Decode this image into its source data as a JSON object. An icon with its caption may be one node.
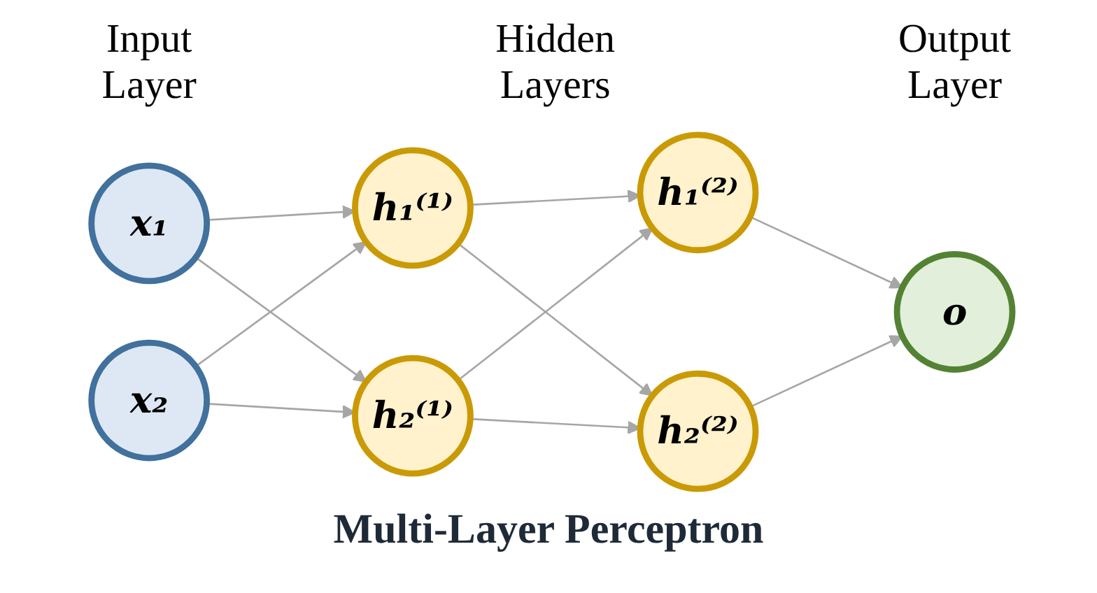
{
  "diagram": {
    "caption": "Multi-Layer Perceptron",
    "nodes": [
      {
        "text": [
          "x₁"
        ]
      },
      {
        "text": [
          "x₂"
        ]
      },
      {
        "text": [
          "h₁⁽¹⁾"
        ]
      },
      {
        "text": [
          "h₂⁽¹⁾"
        ]
      },
      {
        "text": [
          "h₁⁽²⁾"
        ]
      },
      {
        "text": [
          "h₂⁽²⁾"
        ]
      },
      {
        "text": [
          "o"
        ]
      }
    ],
    "edges": [
      {
        "from": 0,
        "to": 2,
        "arrow": "to"
      },
      {
        "from": 0,
        "to": 3,
        "arrow": "to"
      },
      {
        "from": 1,
        "to": 2,
        "arrow": "to"
      },
      {
        "from": 1,
        "to": 3,
        "arrow": "to"
      },
      {
        "from": 2,
        "to": 4,
        "arrow": "to"
      },
      {
        "from": 2,
        "to": 5,
        "arrow": "to"
      },
      {
        "from": 3,
        "to": 4,
        "arrow": "to"
      },
      {
        "from": 3,
        "to": 5,
        "arrow": "to"
      },
      {
        "from": 4,
        "to": 6,
        "arrow": "to"
      },
      {
        "from": 5,
        "to": 6,
        "arrow": "to"
      }
    ],
    "labels": [
      "Input Layer",
      "Hidden Layers",
      "Output Layer"
    ]
  }
}
